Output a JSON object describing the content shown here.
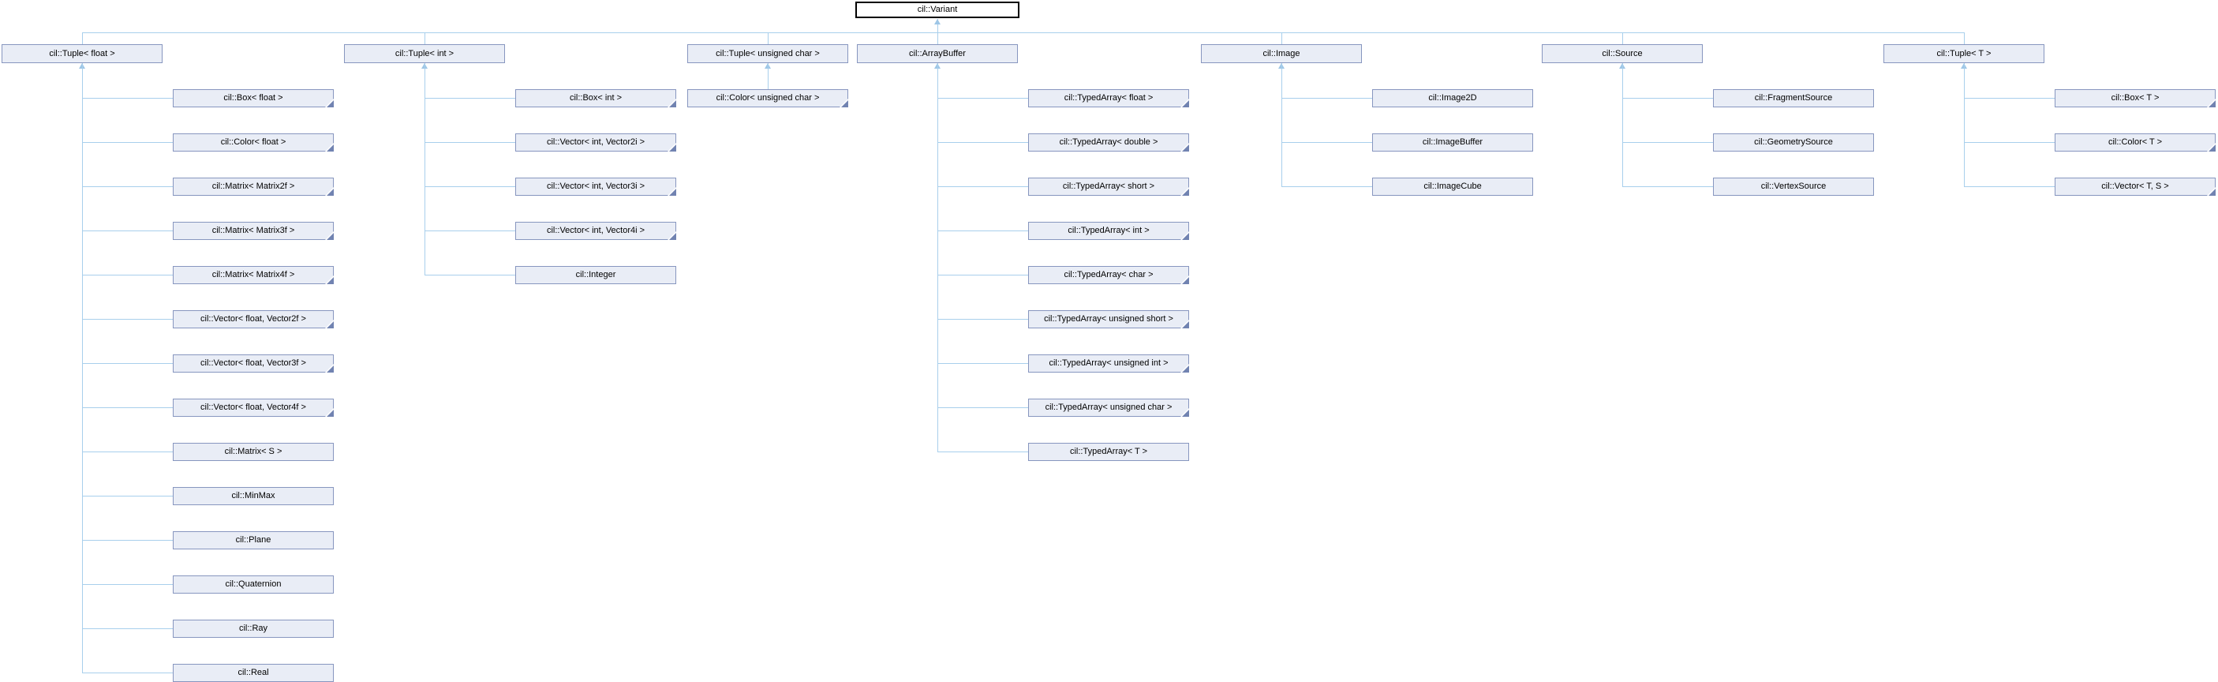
{
  "diagram": {
    "root": {
      "label": "cil::Variant"
    },
    "columns": [
      {
        "parent": {
          "label": "cil::Tuple< float >"
        },
        "children": [
          {
            "label": "cil::Box< float >",
            "truncated": true
          },
          {
            "label": "cil::Color< float >",
            "truncated": true
          },
          {
            "label": "cil::Matrix< Matrix2f >",
            "truncated": true
          },
          {
            "label": "cil::Matrix< Matrix3f >",
            "truncated": true
          },
          {
            "label": "cil::Matrix< Matrix4f >",
            "truncated": true
          },
          {
            "label": "cil::Vector< float, Vector2f >",
            "truncated": true
          },
          {
            "label": "cil::Vector< float, Vector3f >",
            "truncated": true
          },
          {
            "label": "cil::Vector< float, Vector4f >",
            "truncated": true
          },
          {
            "label": "cil::Matrix< S >",
            "truncated": false
          },
          {
            "label": "cil::MinMax",
            "truncated": false
          },
          {
            "label": "cil::Plane",
            "truncated": false
          },
          {
            "label": "cil::Quaternion",
            "truncated": false
          },
          {
            "label": "cil::Ray",
            "truncated": false
          },
          {
            "label": "cil::Real",
            "truncated": false
          }
        ]
      },
      {
        "parent": {
          "label": "cil::Tuple< int >"
        },
        "children": [
          {
            "label": "cil::Box< int >",
            "truncated": true
          },
          {
            "label": "cil::Vector< int, Vector2i >",
            "truncated": true
          },
          {
            "label": "cil::Vector< int, Vector3i >",
            "truncated": true
          },
          {
            "label": "cil::Vector< int, Vector4i >",
            "truncated": true
          },
          {
            "label": "cil::Integer",
            "truncated": false
          }
        ]
      },
      {
        "parent": {
          "label": "cil::Tuple< unsigned char >"
        },
        "aligned_single_child": true,
        "children": [
          {
            "label": "cil::Color< unsigned char >",
            "truncated": true
          }
        ]
      },
      {
        "parent": {
          "label": "cil::ArrayBuffer"
        },
        "children": [
          {
            "label": "cil::TypedArray< float >",
            "truncated": true
          },
          {
            "label": "cil::TypedArray< double >",
            "truncated": true
          },
          {
            "label": "cil::TypedArray< short >",
            "truncated": true
          },
          {
            "label": "cil::TypedArray< int >",
            "truncated": true
          },
          {
            "label": "cil::TypedArray< char >",
            "truncated": true
          },
          {
            "label": "cil::TypedArray< unsigned short >",
            "truncated": true
          },
          {
            "label": "cil::TypedArray< unsigned int >",
            "truncated": true
          },
          {
            "label": "cil::TypedArray< unsigned char >",
            "truncated": true
          },
          {
            "label": "cil::TypedArray< T >",
            "truncated": false
          }
        ]
      },
      {
        "parent": {
          "label": "cil::Image"
        },
        "children": [
          {
            "label": "cil::Image2D",
            "truncated": false
          },
          {
            "label": "cil::ImageBuffer",
            "truncated": false
          },
          {
            "label": "cil::ImageCube",
            "truncated": false
          }
        ]
      },
      {
        "parent": {
          "label": "cil::Source"
        },
        "children": [
          {
            "label": "cil::FragmentSource",
            "truncated": false
          },
          {
            "label": "cil::GeometrySource",
            "truncated": false
          },
          {
            "label": "cil::VertexSource",
            "truncated": false
          }
        ]
      },
      {
        "parent": {
          "label": "cil::Tuple< T >"
        },
        "children": [
          {
            "label": "cil::Box< T >",
            "truncated": true
          },
          {
            "label": "cil::Color< T >",
            "truncated": true
          },
          {
            "label": "cil::Vector< T, S >",
            "truncated": true
          }
        ]
      }
    ]
  },
  "colors": {
    "background": "#ffffff",
    "node_fill": "#e9edf6",
    "node_border": "#8796bf",
    "root_fill": "#ffffff",
    "root_border": "#000000",
    "edge": "#a8cfec",
    "arrow": "#9ec6e6",
    "fold": "#7183b1",
    "text": "#000000"
  }
}
